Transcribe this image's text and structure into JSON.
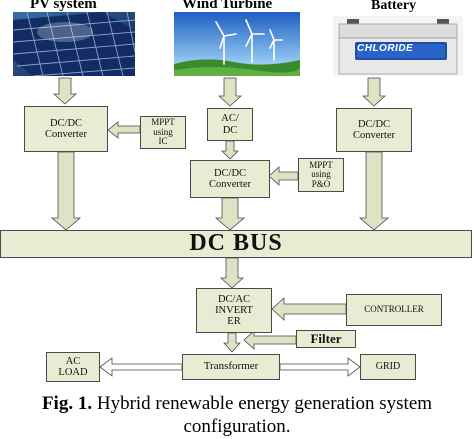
{
  "sources": {
    "pv": "PV system",
    "wind": "Wind Turbine",
    "battery": "Battery",
    "battery_brand": "CHLORIDE"
  },
  "blocks": {
    "pv_converter": [
      "DC/DC",
      "Converter"
    ],
    "mppt_ic": [
      "MPPT",
      "using",
      "IC"
    ],
    "acdc": [
      "AC/",
      "DC"
    ],
    "wind_converter": [
      "DC/DC",
      "Converter"
    ],
    "mppt_po": [
      "MPPT",
      "using",
      "P&O"
    ],
    "battery_converter": [
      "DC/DC",
      "Converter"
    ],
    "dc_bus": "DC BUS",
    "inverter": [
      "DC/AC",
      "INVERT",
      "ER"
    ],
    "controller": "CONTROLLER",
    "filter": "Filter",
    "transformer": "Transformer",
    "ac_load": [
      "AC",
      "LOAD"
    ],
    "grid": "GRID"
  },
  "caption": {
    "prefix": "Fig. 1.",
    "line1": "Hybrid renewable energy generation system",
    "line2": "configuration."
  },
  "colors": {
    "box_fill": "#e8ecd2",
    "box_border": "#4a4a4a",
    "arrow_fill": "#dde3c4",
    "battery_label_bg": "#1d4fa8"
  }
}
